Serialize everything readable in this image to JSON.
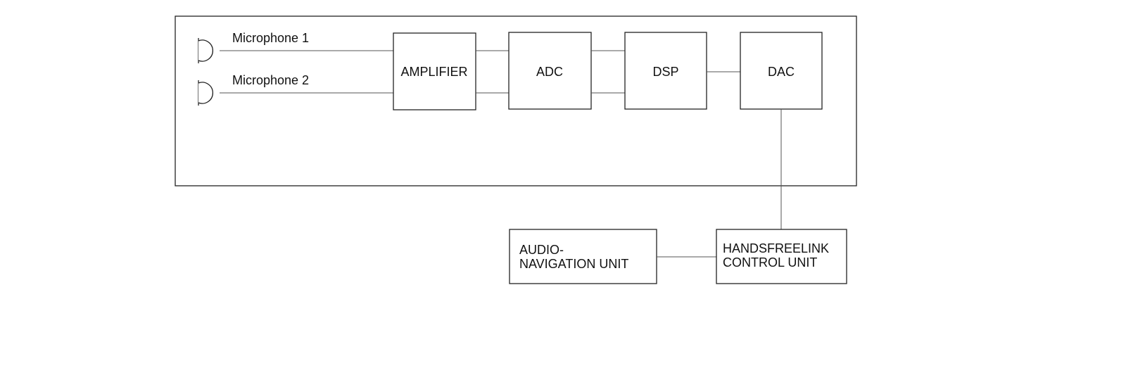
{
  "microphones": [
    {
      "label": "Microphone 1"
    },
    {
      "label": "Microphone 2"
    }
  ],
  "blocks": {
    "amplifier": "AMPLIFIER",
    "adc": "ADC",
    "dsp": "DSP",
    "dac": "DAC"
  },
  "external": {
    "audio_navigation": [
      "AUDIO-",
      "NAVIGATION UNIT"
    ],
    "handsfreelink": [
      "HANDSFREELINK",
      "CONTROL UNIT"
    ]
  }
}
